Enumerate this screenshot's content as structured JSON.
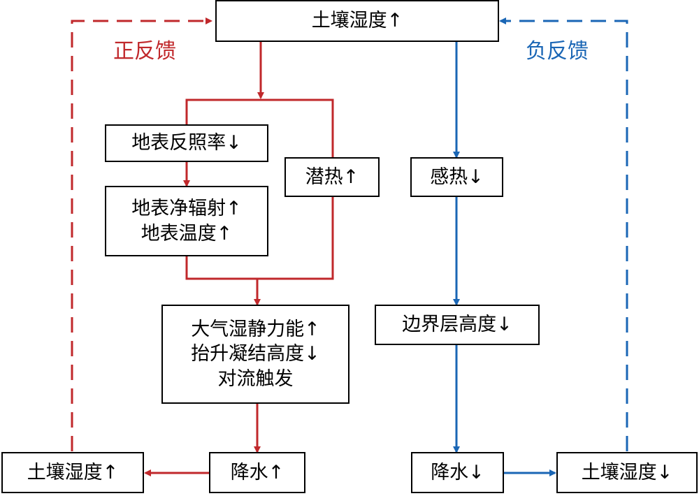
{
  "colors": {
    "positive": "#c0282b",
    "negative": "#1a66b5",
    "box_border": "#000000"
  },
  "feedback": {
    "positive_label": "正反馈",
    "negative_label": "负反馈"
  },
  "boxes": {
    "top_soil_moisture": "土壤湿度↑",
    "albedo": "地表反照率↓",
    "net_radiation": [
      "地表净辐射↑",
      "地表温度↑"
    ],
    "latent_heat": "潜热↑",
    "sensible_heat": "感热↓",
    "atmosphere": [
      "大气湿静力能↑",
      "抬升凝结高度↓",
      "对流触发"
    ],
    "boundary_layer": "边界层高度↓",
    "precip_up": "降水↑",
    "soil_moisture_up": "土壤湿度↑",
    "precip_down": "降水↓",
    "soil_moisture_down": "土壤湿度↓"
  }
}
